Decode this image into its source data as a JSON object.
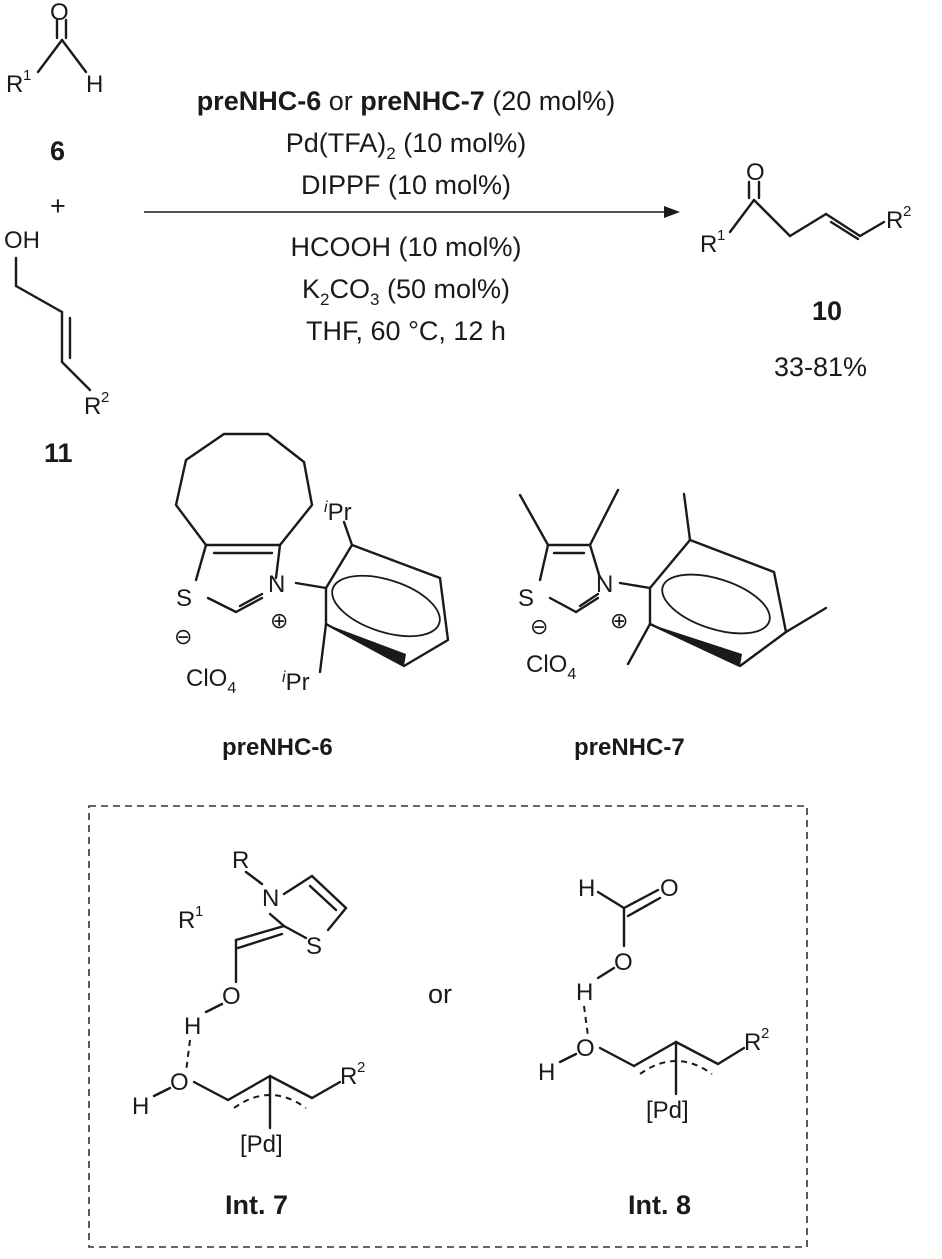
{
  "reaction": {
    "aldehyde": {
      "r_group": "R",
      "r_sup": "1",
      "o": "O",
      "h": "H",
      "compound_no": "6"
    },
    "plus": "+",
    "allyl_alcohol": {
      "oh": "OH",
      "r_group": "R",
      "r_sup": "2",
      "compound_no": "11"
    },
    "conditions_above": {
      "catalyst_a": "preNHC-6",
      "catalyst_or": " or ",
      "catalyst_b": "preNHC-7",
      "catalyst_loading": " (20 mol%)",
      "line2_pre": "Pd(TFA)",
      "line2_sub": "2",
      "line2_post": " (10 mol%)",
      "line3": "DIPPF (10 mol%)"
    },
    "conditions_below": {
      "line1": "HCOOH (10 mol%)",
      "line2_k": "K",
      "line2_sub1": "2",
      "line2_co": "CO",
      "line2_sub2": "3",
      "line2_post": " (50 mol%)",
      "line3": "THF, 60 °C, 12 h"
    },
    "product": {
      "r1": "R",
      "r1_sup": "1",
      "o": "O",
      "r2": "R",
      "r2_sup": "2",
      "compound_no": "10",
      "yield": "33-81%"
    }
  },
  "catalysts": {
    "prenhc6": {
      "s": "S",
      "n": "N",
      "plus": "⊕",
      "minus": "⊖",
      "anion": "ClO",
      "anion_sub": "4",
      "ipr_top_i": "i",
      "ipr_top": "Pr",
      "ipr_bot_i": "i",
      "ipr_bot": "Pr",
      "label": "preNHC-6"
    },
    "prenhc7": {
      "s": "S",
      "n": "N",
      "plus": "⊕",
      "minus": "⊖",
      "anion": "ClO",
      "anion_sub": "4",
      "label": "preNHC-7"
    }
  },
  "intermediates": {
    "int7": {
      "r": "R",
      "n": "N",
      "s": "S",
      "r1": "R",
      "r1_sup": "1",
      "o1": "O",
      "h1": "H",
      "h2": "H",
      "o2": "O",
      "r2": "R",
      "r2_sup": "2",
      "pd": "[Pd]",
      "label": "Int. 7"
    },
    "or": "or",
    "int8": {
      "h_top": "H",
      "o_top": "O",
      "o_mid": "O",
      "h_mid": "H",
      "h_left": "H",
      "o_low": "O",
      "r2": "R",
      "r2_sup": "2",
      "pd": "[Pd]",
      "label": "Int. 8"
    }
  }
}
